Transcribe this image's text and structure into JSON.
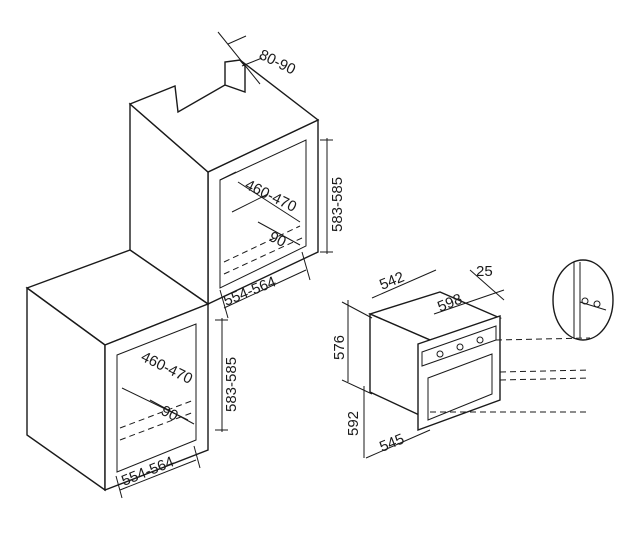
{
  "dimensions": {
    "gap_top": "80-90",
    "tall_cavity_height": "583-585",
    "tall_cavity_depth": "460-470",
    "tall_vent": "90",
    "tall_cavity_width": "554-564",
    "base_cavity_height": "583-585",
    "base_cavity_depth": "460-470",
    "base_vent": "90",
    "base_cavity_width": "554-564",
    "oven_depth": "542",
    "oven_width": "598",
    "oven_panel": "25",
    "oven_height": "576",
    "oven_front_height": "592",
    "oven_front_width": "545"
  },
  "colors": {
    "line": "#1a1a1a",
    "background": "#ffffff"
  }
}
